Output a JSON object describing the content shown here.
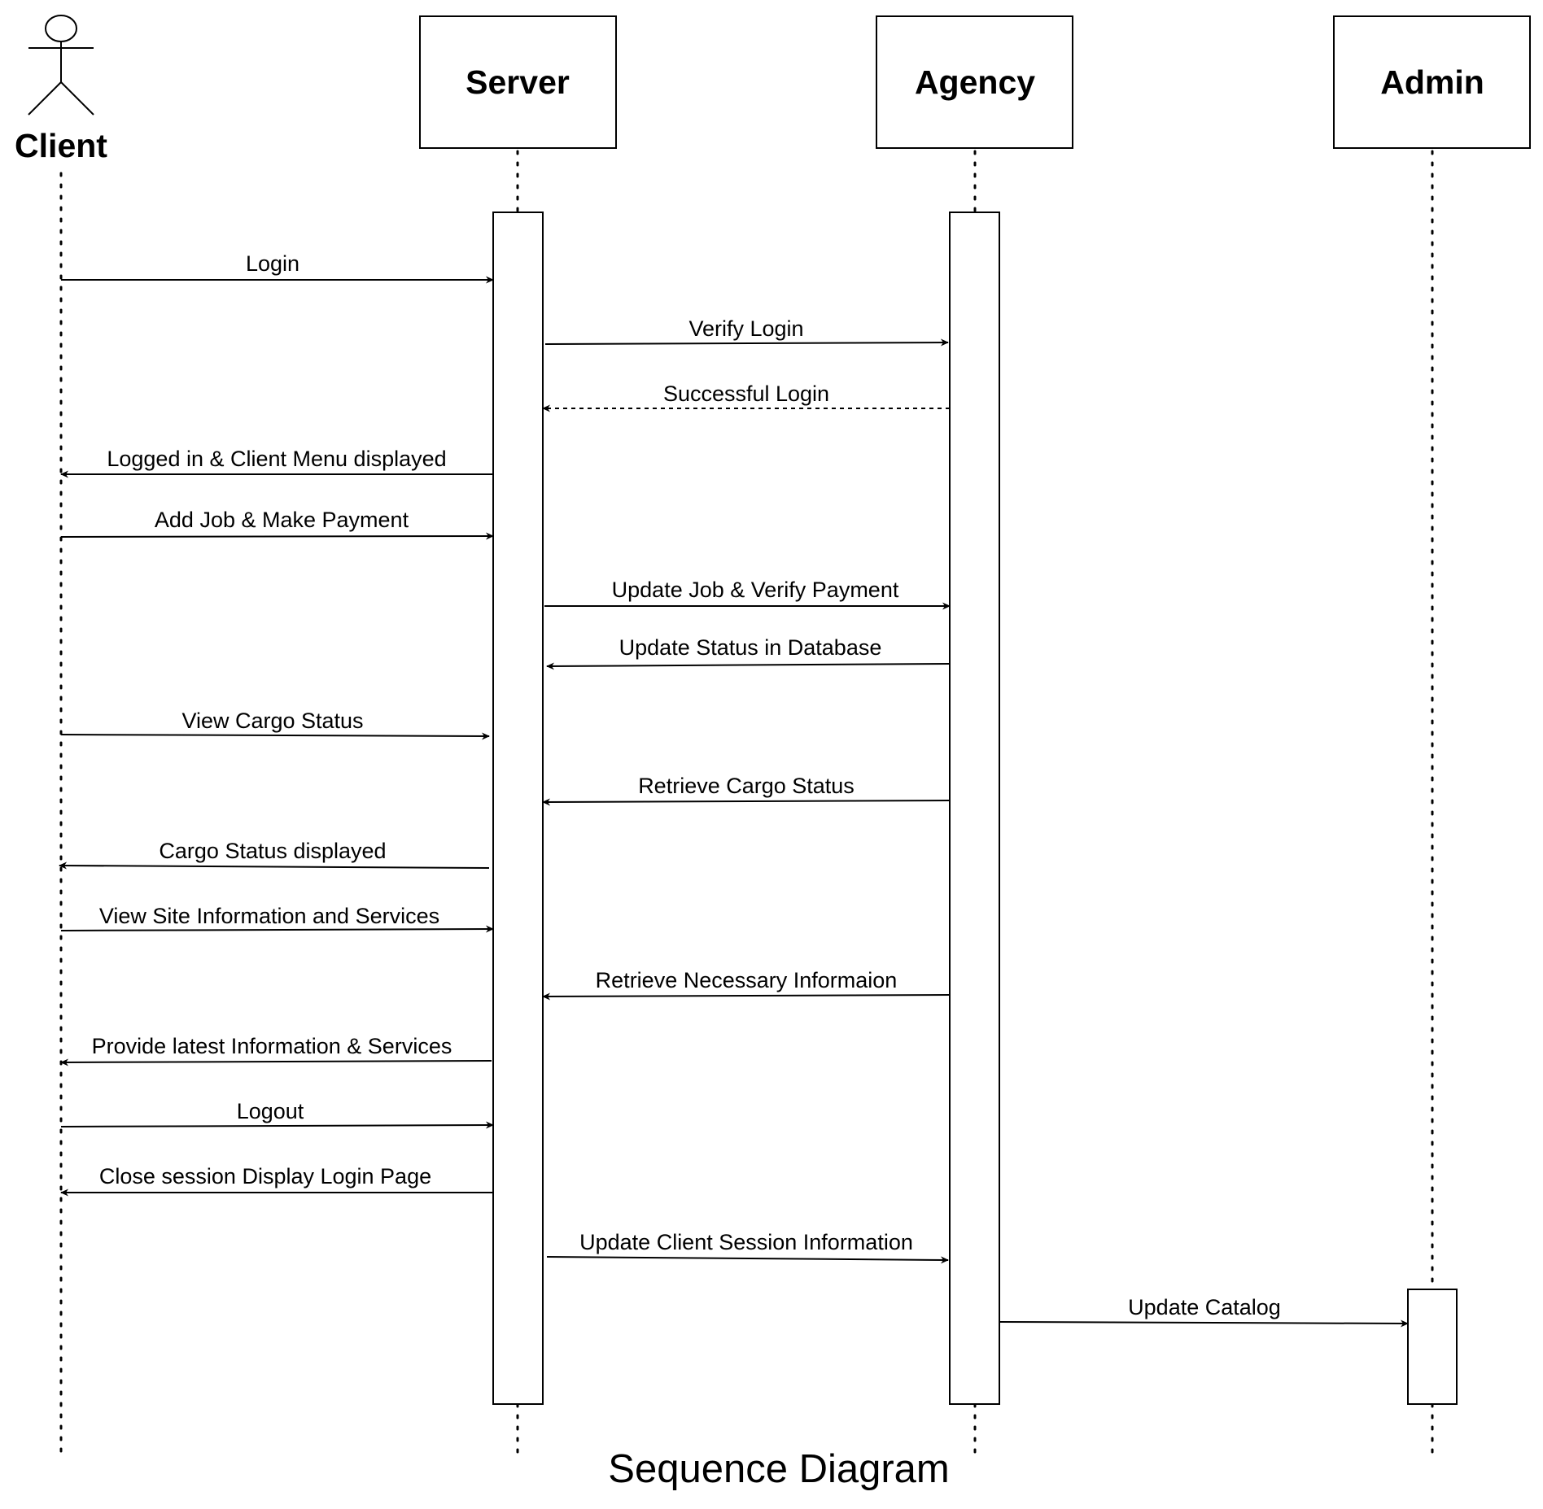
{
  "diagram": {
    "participants": [
      {
        "id": "client",
        "label": "Client",
        "kind": "actor"
      },
      {
        "id": "server",
        "label": "Server",
        "kind": "box"
      },
      {
        "id": "agency",
        "label": "Agency",
        "kind": "box"
      },
      {
        "id": "admin",
        "label": "Admin",
        "kind": "box"
      }
    ],
    "messages": [
      {
        "label": "Login",
        "from": "client",
        "to": "server",
        "style": "solid"
      },
      {
        "label": "Verify Login",
        "from": "server",
        "to": "agency",
        "style": "solid"
      },
      {
        "label": "Successful Login",
        "from": "agency",
        "to": "server",
        "style": "dashed"
      },
      {
        "label": "Logged in & Client Menu displayed",
        "from": "server",
        "to": "client",
        "style": "solid"
      },
      {
        "label": "Add Job & Make Payment",
        "from": "client",
        "to": "server",
        "style": "solid"
      },
      {
        "label": "Update Job & Verify Payment",
        "from": "server",
        "to": "agency",
        "style": "solid"
      },
      {
        "label": "Update Status in Database",
        "from": "agency",
        "to": "server",
        "style": "solid"
      },
      {
        "label": "View Cargo Status",
        "from": "client",
        "to": "server",
        "style": "solid"
      },
      {
        "label": "Retrieve Cargo Status",
        "from": "agency",
        "to": "server",
        "style": "solid"
      },
      {
        "label": "Cargo Status displayed",
        "from": "server",
        "to": "client",
        "style": "solid"
      },
      {
        "label": "View Site Information and Services",
        "from": "client",
        "to": "server",
        "style": "solid"
      },
      {
        "label": "Retrieve Necessary Informaion",
        "from": "agency",
        "to": "server",
        "style": "solid"
      },
      {
        "label": "Provide latest Information & Services",
        "from": "server",
        "to": "client",
        "style": "solid"
      },
      {
        "label": "Logout",
        "from": "client",
        "to": "server",
        "style": "solid"
      },
      {
        "label": "Close session Display Login Page",
        "from": "server",
        "to": "client",
        "style": "solid"
      },
      {
        "label": "Update Client Session Information",
        "from": "server",
        "to": "agency",
        "style": "solid"
      },
      {
        "label": "Update Catalog",
        "from": "agency",
        "to": "admin",
        "style": "solid"
      }
    ],
    "caption": "Sequence Diagram"
  }
}
